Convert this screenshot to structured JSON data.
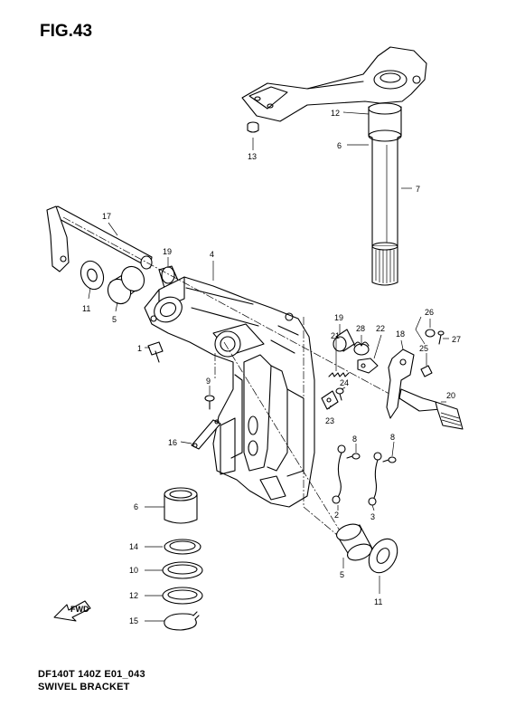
{
  "figure": {
    "title": "FIG.43",
    "model_code": "DF140T 140Z E01_043",
    "name": "SWIVEL BRACKET"
  },
  "fwd_label": "FWD",
  "callouts": [
    {
      "id": "c13",
      "label": "13"
    },
    {
      "id": "c12",
      "label": "12"
    },
    {
      "id": "c6a",
      "label": "6"
    },
    {
      "id": "c7",
      "label": "7"
    },
    {
      "id": "c17",
      "label": "17"
    },
    {
      "id": "c19a",
      "label": "19"
    },
    {
      "id": "c4",
      "label": "4"
    },
    {
      "id": "c11a",
      "label": "11"
    },
    {
      "id": "c5a",
      "label": "5"
    },
    {
      "id": "c1",
      "label": "1"
    },
    {
      "id": "c26",
      "label": "26"
    },
    {
      "id": "c27",
      "label": "27"
    },
    {
      "id": "c19b",
      "label": "19"
    },
    {
      "id": "c28",
      "label": "28"
    },
    {
      "id": "c22",
      "label": "22"
    },
    {
      "id": "c18",
      "label": "18"
    },
    {
      "id": "c25",
      "label": "25"
    },
    {
      "id": "c21",
      "label": "21"
    },
    {
      "id": "c9",
      "label": "9"
    },
    {
      "id": "c24",
      "label": "24"
    },
    {
      "id": "c20",
      "label": "20"
    },
    {
      "id": "c23",
      "label": "23"
    },
    {
      "id": "c8a",
      "label": "8"
    },
    {
      "id": "c8b",
      "label": "8"
    },
    {
      "id": "c16",
      "label": "16"
    },
    {
      "id": "c2",
      "label": "2"
    },
    {
      "id": "c3",
      "label": "3"
    },
    {
      "id": "c6b",
      "label": "6"
    },
    {
      "id": "c14",
      "label": "14"
    },
    {
      "id": "c5b",
      "label": "5"
    },
    {
      "id": "c10",
      "label": "10"
    },
    {
      "id": "c12b",
      "label": "12"
    },
    {
      "id": "c11b",
      "label": "11"
    },
    {
      "id": "c15",
      "label": "15"
    }
  ]
}
